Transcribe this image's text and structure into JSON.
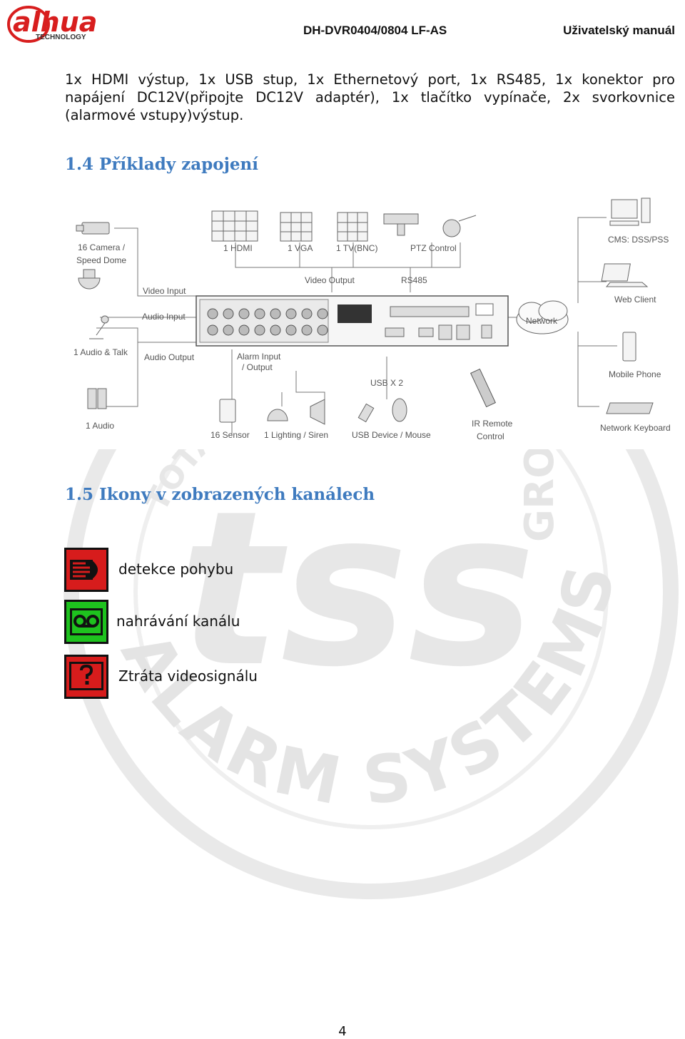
{
  "header": {
    "model": "DH-DVR0404/0804 LF-AS",
    "title": "Uživatelský manuál",
    "logo_text": "alhua",
    "logo_subtext": "TECHNOLOGY"
  },
  "intro_text": "1x HDMI výstup, 1x USB stup, 1x Ethernetový port, 1x RS485, 1x konektor pro napájení DC12V(připojte DC12V adaptér), 1x tlačítko vypínače, 2x svorkovnice (alarmové vstupy)výstup.",
  "section_14": {
    "title": "1.4 Příklady zapojení"
  },
  "diagram": {
    "camera": [
      "16 Camera /",
      "Speed Dome"
    ],
    "video_input": "Video Input",
    "audio_input": "Audio Input",
    "audio_talk": "1 Audio & Talk",
    "audio_output": "Audio Output",
    "audio": "1 Audio",
    "hdmi": "1 HDMI",
    "vga": "1 VGA",
    "tv": "1 TV(BNC)",
    "ptz": "PTZ Control",
    "video_output": "Video Output",
    "rs485": "RS485",
    "alarm_io": [
      "Alarm Input",
      "/ Output"
    ],
    "sensor": "16 Sensor",
    "lighting": "1 Lighting / Siren",
    "usb_x2": "USB X 2",
    "usb_device": "USB Device / Mouse",
    "ir_remote": [
      "IR Remote",
      "Control"
    ],
    "network": "Network",
    "cms": "CMS: DSS/PSS",
    "web_client": "Web Client",
    "mobile_phone": "Mobile Phone",
    "network_keyboard": "Network Keyboard"
  },
  "section_15": {
    "title": "1.5 Ikony v zobrazených kanálech",
    "icons": [
      {
        "icon": "motion-detect-icon",
        "label": "detekce pohybu",
        "color": "#e02020"
      },
      {
        "icon": "recording-icon",
        "label": "nahrávání kanálu",
        "color": "#1ec21e"
      },
      {
        "icon": "video-loss-icon",
        "label": "Ztráta videosignálu",
        "color": "#e02020"
      }
    ]
  },
  "watermark": {
    "brand": "tss",
    "group": "GROUP",
    "top_arc": "TOTAL SECURITY",
    "bottom_arc": "ALARM SYSTEMS"
  },
  "page_number": "4"
}
